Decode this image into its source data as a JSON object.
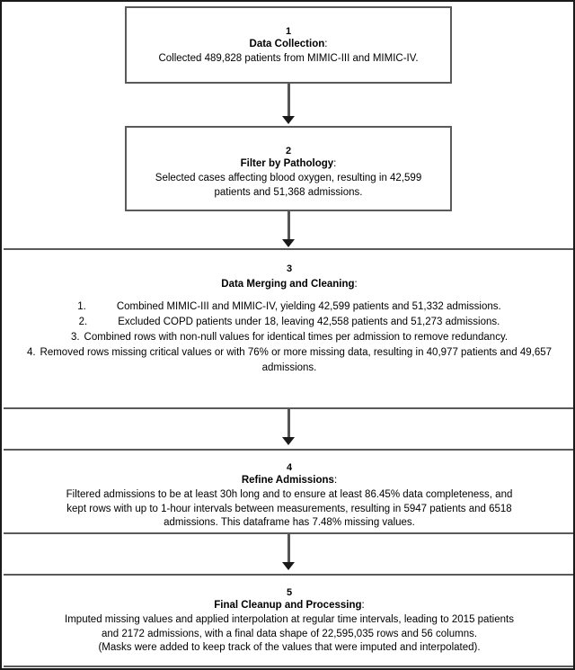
{
  "diagram": {
    "title": "Data processing pipeline flowchart",
    "background_color": "#ffffff",
    "border_color": "#1a1a1a",
    "box_border_color": "#5a5a5a",
    "text_color": "#000000",
    "connector_color": "#555555",
    "steps": [
      {
        "number": "1",
        "title": "Data Collection",
        "colon": ":",
        "body_lines": [
          "Collected 489,828 patients from MIMIC-III and MIMIC-IV."
        ]
      },
      {
        "number": "2",
        "title": "Filter by Pathology",
        "colon": ":",
        "body_lines": [
          "Selected cases affecting blood oxygen, resulting in 42,599",
          "patients and 51,368 admissions."
        ]
      },
      {
        "number": "3",
        "title": "Data Merging and Cleaning",
        "colon": ":",
        "items": [
          {
            "marker": "1.",
            "text": "Combined MIMIC-III and MIMIC-IV, yielding 42,599 patients and 51,332 admissions."
          },
          {
            "marker": "2.",
            "text": "Excluded COPD patients under 18, leaving 42,558 patients and 51,273 admissions."
          },
          {
            "marker": "3.",
            "text": "Combined rows with non-null values for identical times per admission to remove redundancy."
          },
          {
            "marker": "4.",
            "text": "Removed rows missing critical values or with 76% or more missing data, resulting in 40,977 patients and 49,657 admissions."
          }
        ]
      },
      {
        "number": "4",
        "title": "Refine Admissions",
        "colon": ":",
        "body_lines": [
          "Filtered admissions to be at least 30h long and to ensure at least 86.45% data completeness, and",
          "kept rows with up to 1-hour intervals between measurements, resulting in 5947 patients and 6518",
          "admissions. This dataframe has 7.48% missing values."
        ]
      },
      {
        "number": "5",
        "title": "Final Cleanup and Processing",
        "colon": ":",
        "body_lines": [
          "Imputed missing values and applied interpolation at regular time intervals, leading to 2015 patients",
          "and 2172 admissions, with a final data shape of 22,595,035 rows and 56 columns.",
          "(Masks were added to keep track of the values that were imputed and interpolated)."
        ]
      }
    ],
    "connectors": [
      {
        "name": "arrow-step1-to-step2",
        "from": "1",
        "to": "2"
      },
      {
        "name": "arrow-step2-to-step3",
        "from": "2",
        "to": "3"
      },
      {
        "name": "arrow-step3-to-step4",
        "from": "3",
        "to": "4"
      },
      {
        "name": "arrow-step4-to-step5",
        "from": "4",
        "to": "5"
      }
    ]
  }
}
